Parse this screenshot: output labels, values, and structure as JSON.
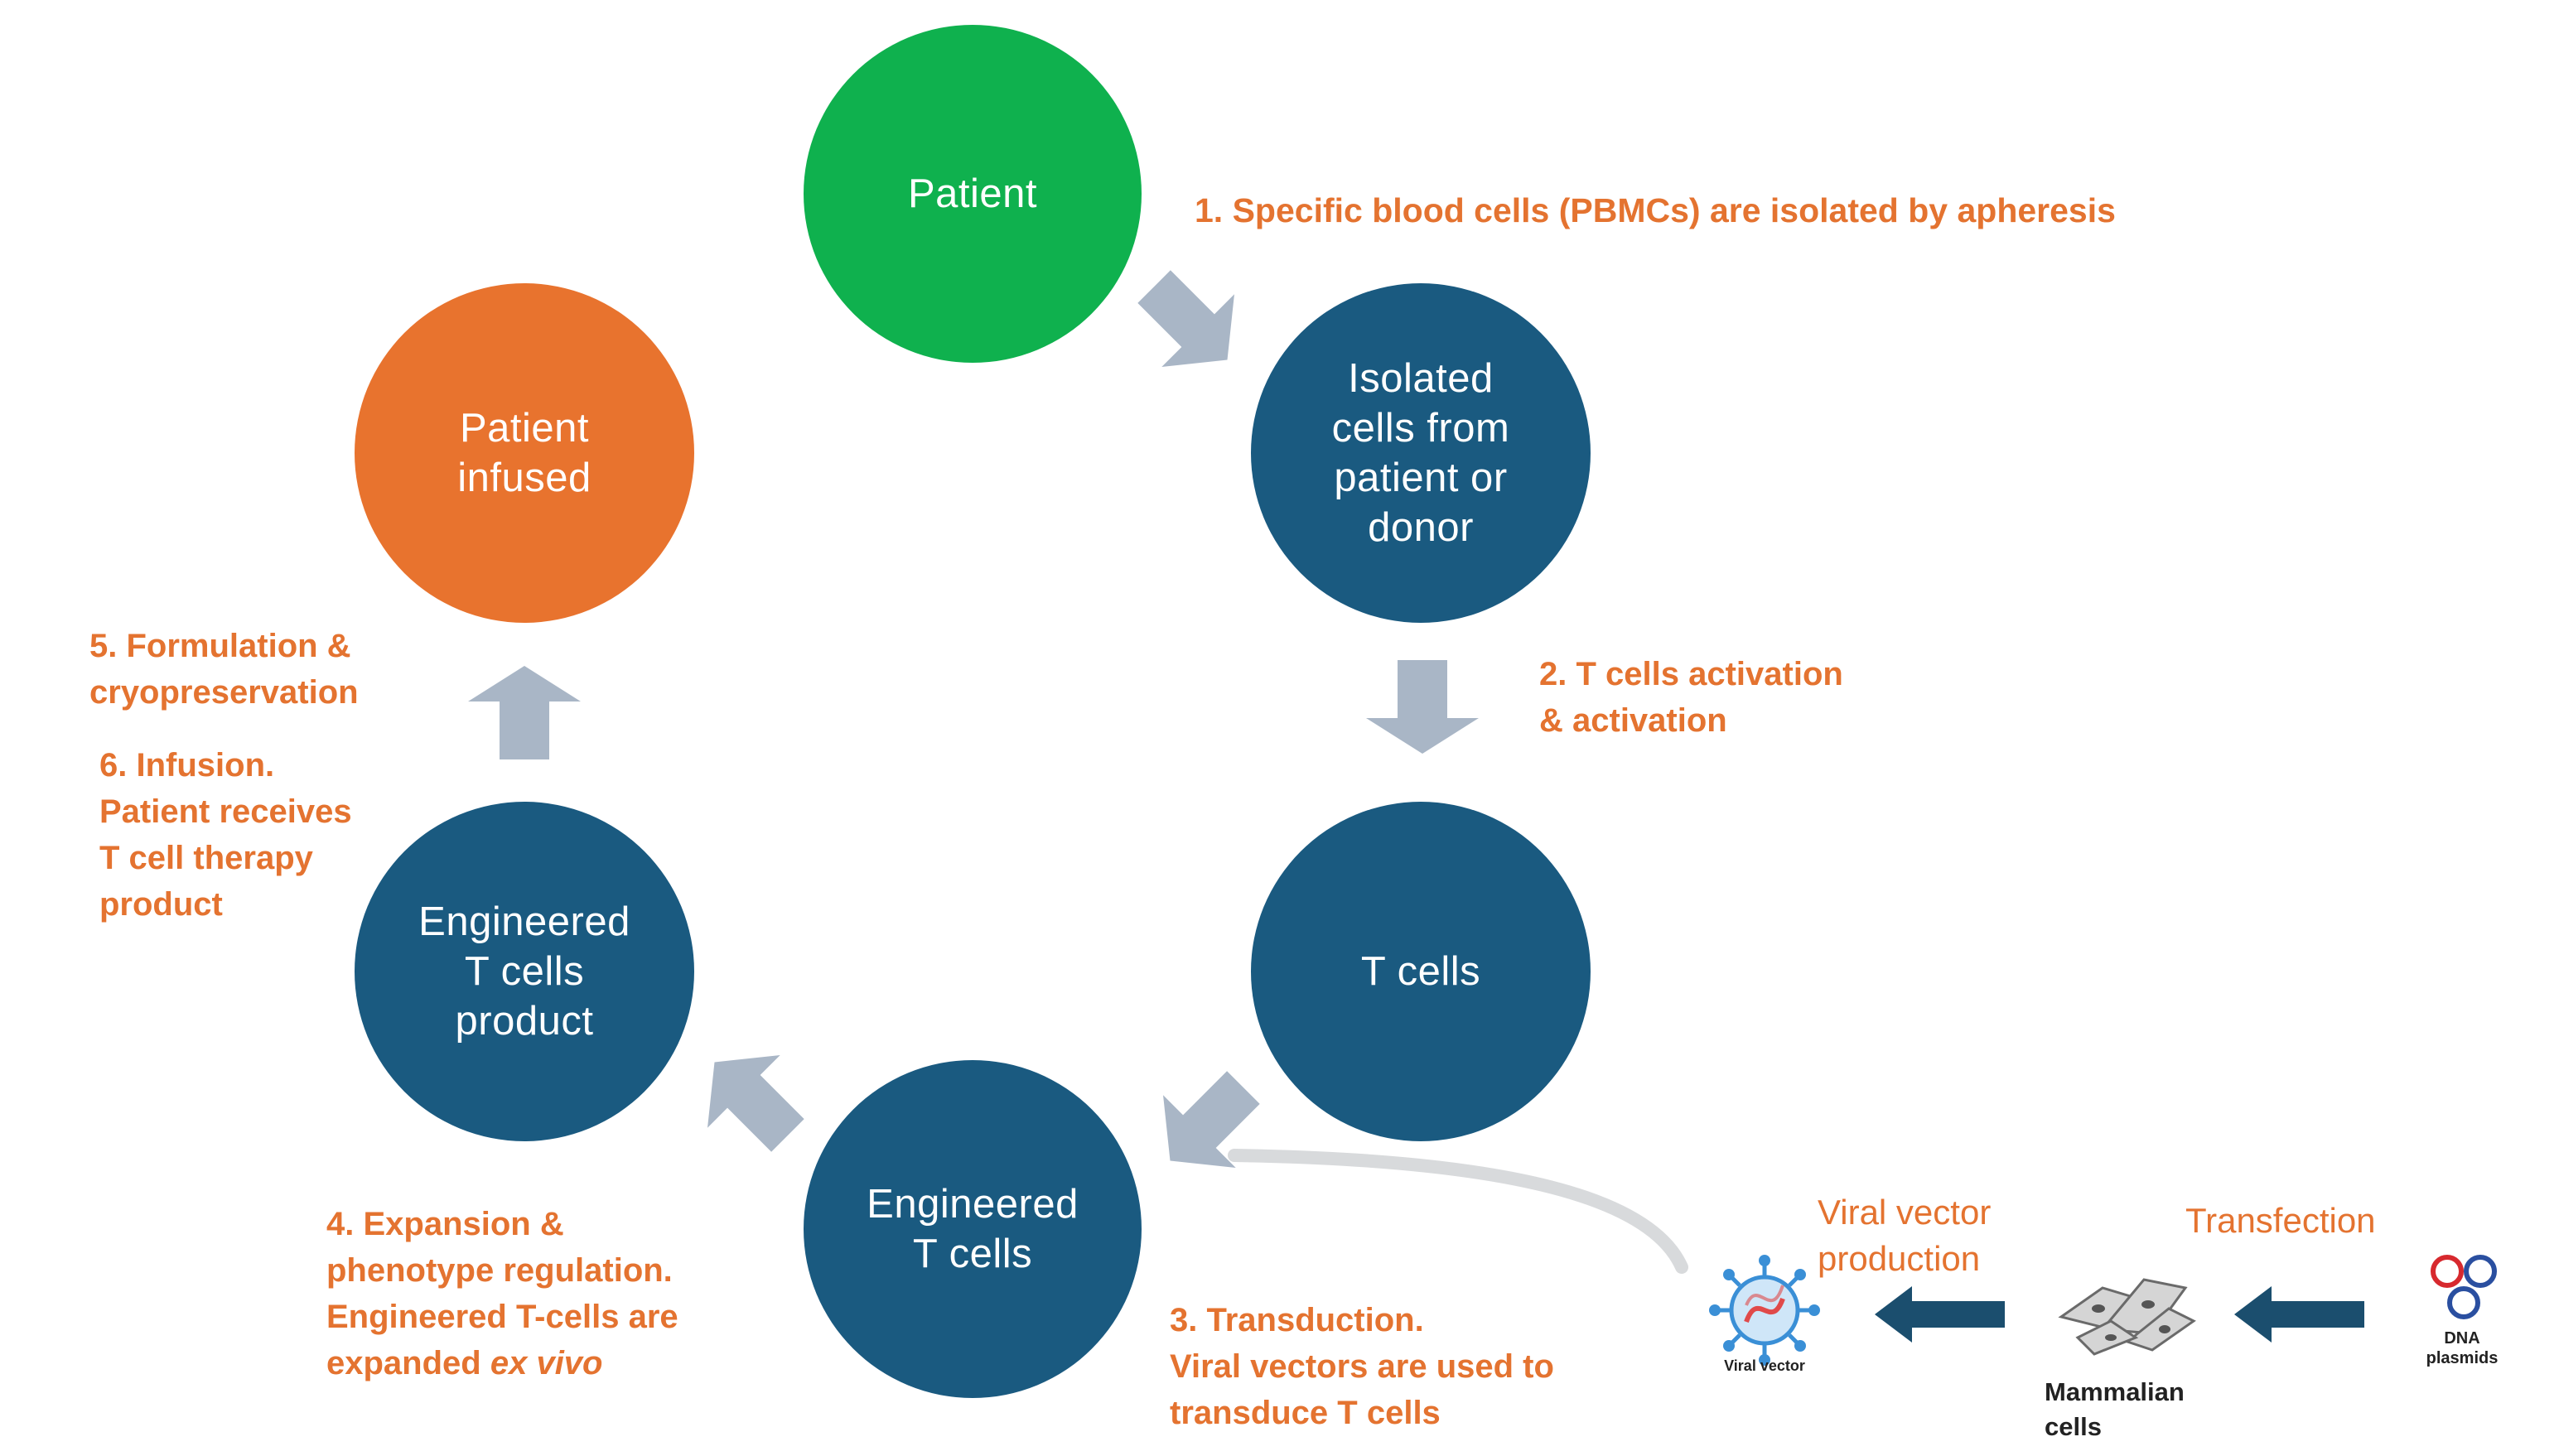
{
  "colors": {
    "green": "#0FB14E",
    "orange": "#E8732E",
    "navy": "#1A5A80",
    "arrow_gray": "#A9B6C6",
    "step_text": "#E47330",
    "dark_arrow": "#1B4E6E"
  },
  "nodes": {
    "patient": "Patient",
    "isolated": "Isolated\ncells from\npatient or\ndonor",
    "tcells": "T cells",
    "engineered": "Engineered\nT cells",
    "product": "Engineered\nT cells\nproduct",
    "infused": "Patient\ninfused"
  },
  "steps": {
    "s1": "1. Specific blood cells (PBMCs) are  isolated by apheresis",
    "s2": "2. T cells activation\n& activation",
    "s3": "3. Transduction.\nViral vectors are used to\ntransduce T cells",
    "s4_main": "4. Expansion &\nphenotype regulation.\nEngineered T-cells are\nexpanded ",
    "s4_italic": "ex vivo",
    "s5": "5. Formulation &\ncryopreservation",
    "s6": "6. Infusion.\nPatient receives\nT cell therapy\nproduct"
  },
  "production": {
    "viral_vector_production": "Viral vector\nproduction",
    "transfection": "Transfection",
    "viral_vector_icon_label": "Viral vector",
    "mammalian_cells": "Mammalian\ncells",
    "dna_plasmids": "DNA\nplasmids"
  },
  "icons": [
    "arrow-icon",
    "virus-icon",
    "cells-icon",
    "plasmid-icon"
  ]
}
